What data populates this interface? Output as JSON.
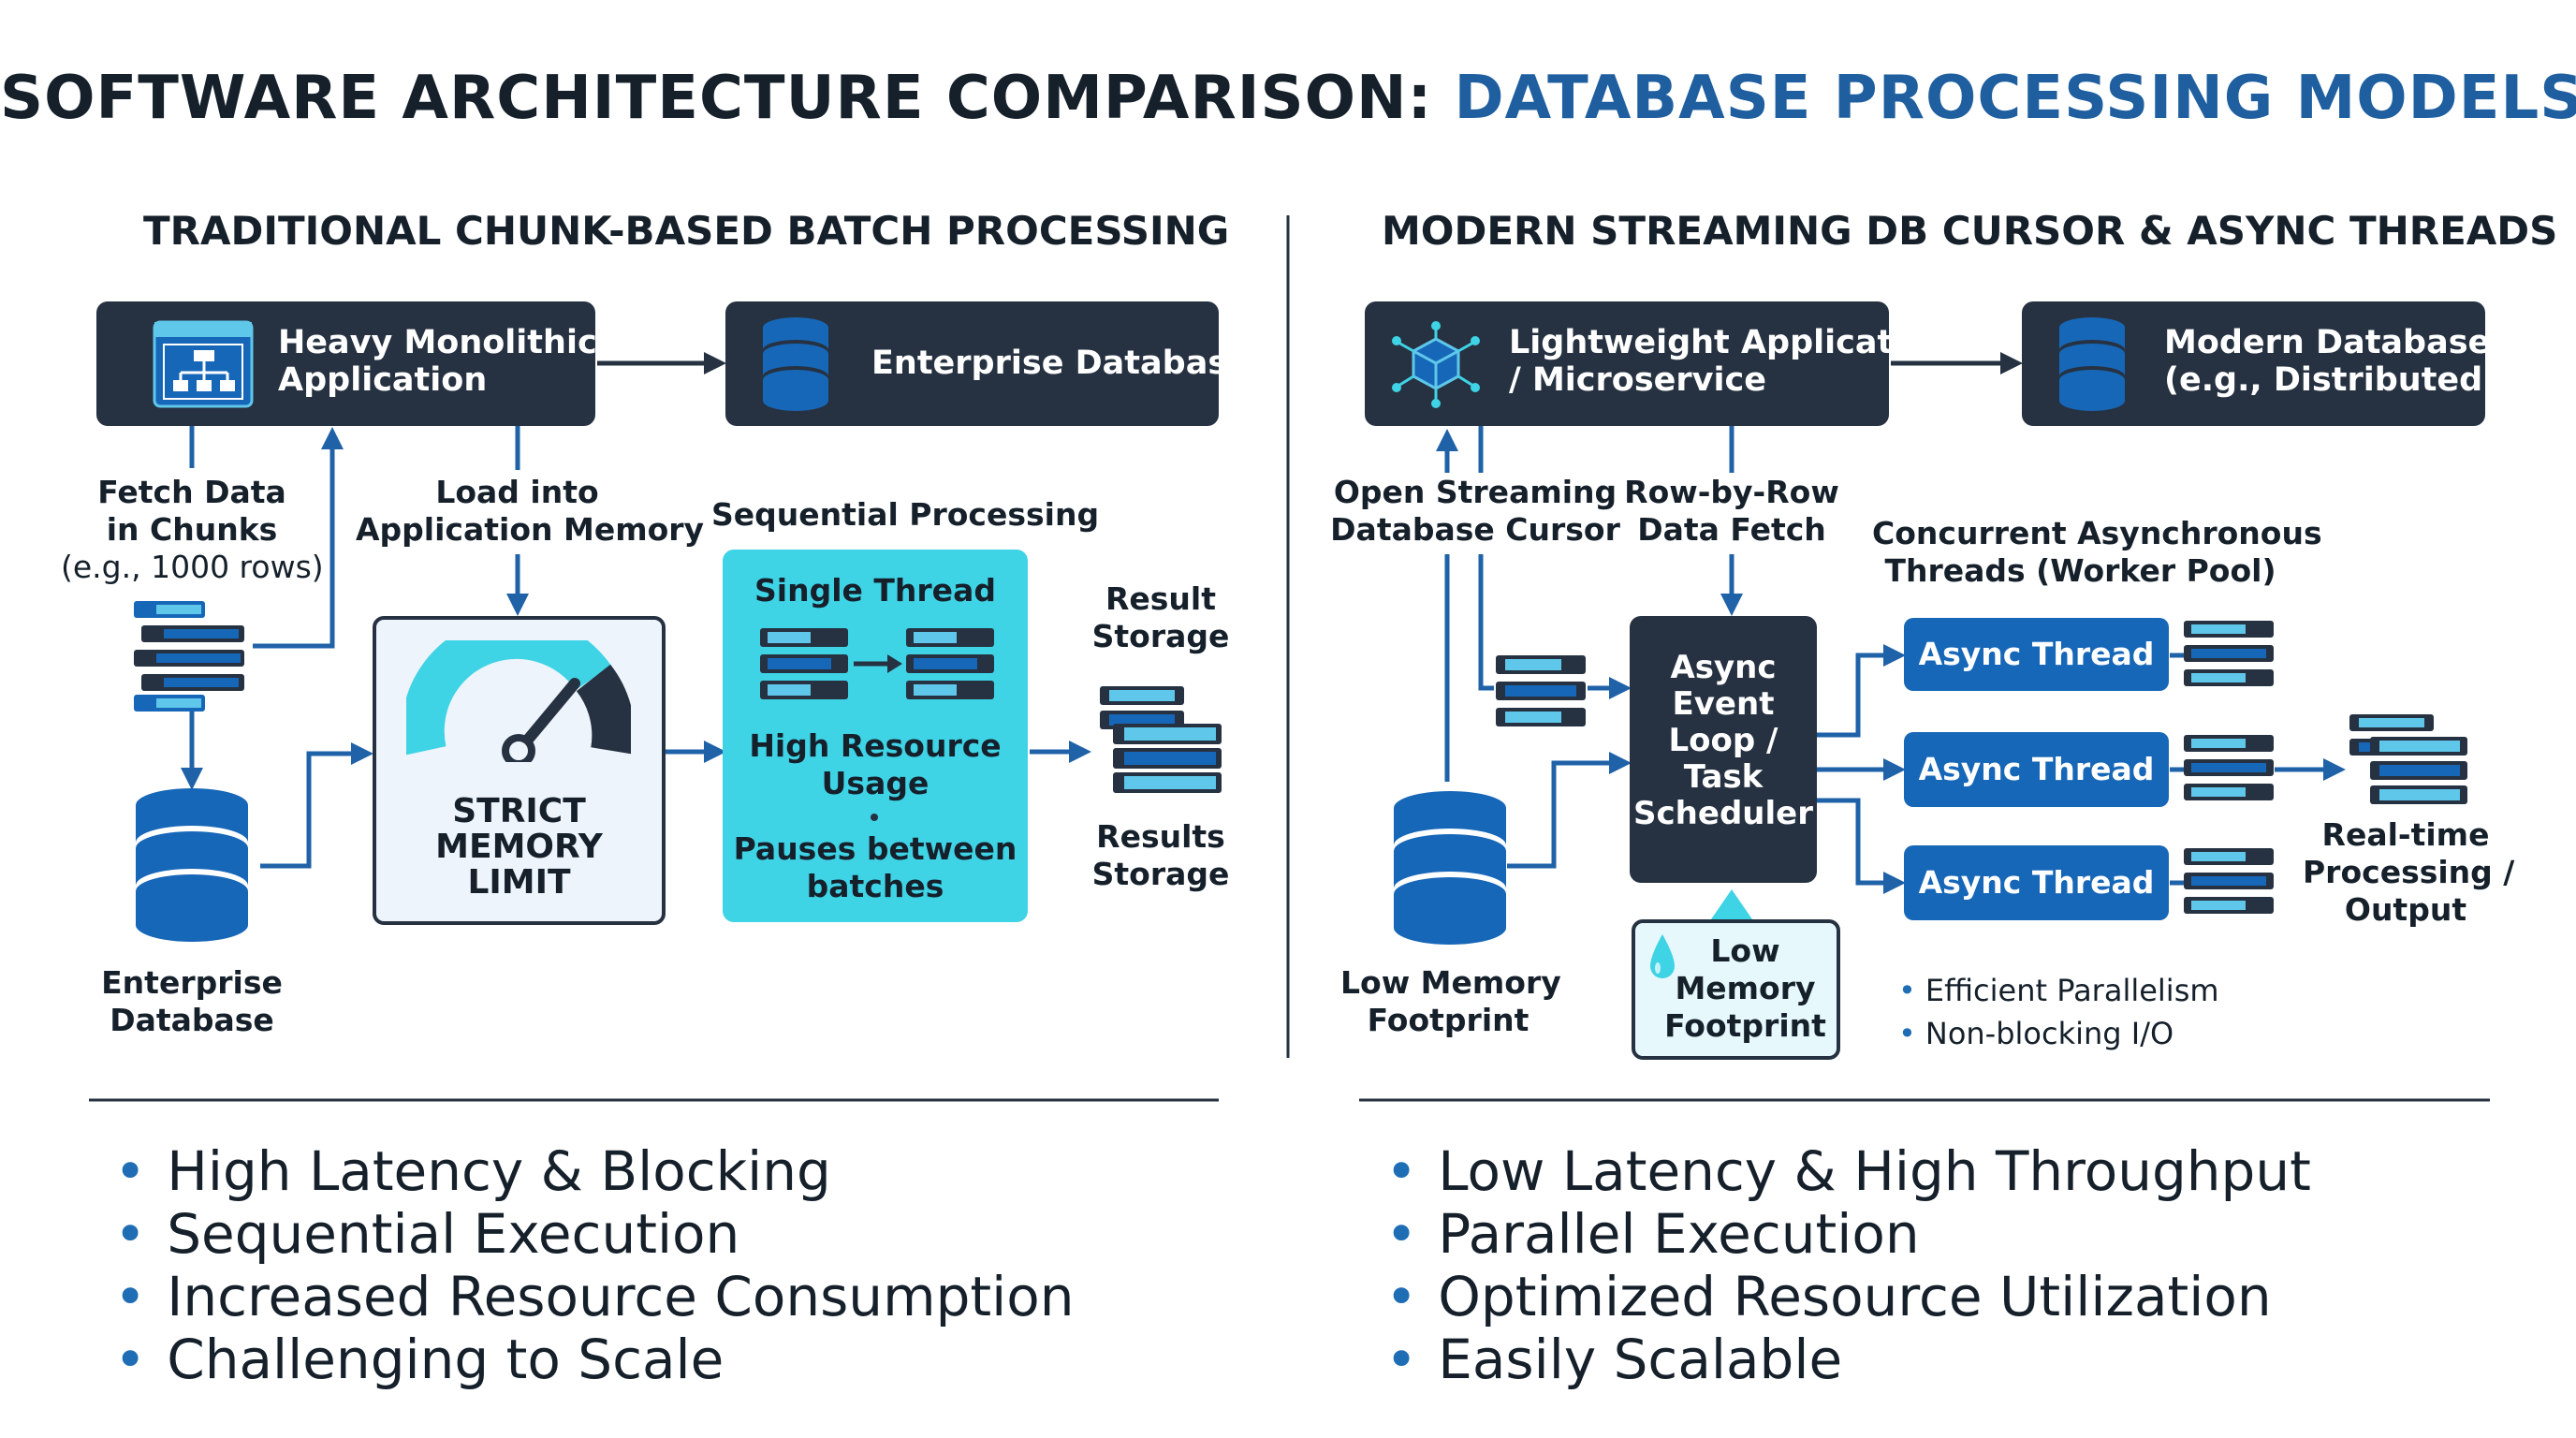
{
  "title": {
    "main": "SOFTWARE ARCHITECTURE COMPARISON: ",
    "accent": "DATABASE PROCESSING MODELS"
  },
  "left": {
    "heading": "TRADITIONAL CHUNK-BASED BATCH PROCESSING",
    "app_box": [
      "Heavy Monolithic",
      "Application"
    ],
    "db_box": "Enterprise Database",
    "fetch": [
      "Fetch Data",
      "in Chunks",
      "(e.g., 1000 rows)"
    ],
    "load": [
      "Load into",
      "Application Memory"
    ],
    "sequential": "Sequential Processing",
    "memory": [
      "STRICT",
      "MEMORY",
      "LIMIT"
    ],
    "single_thread": "Single Thread",
    "high_resource": [
      "High Resource",
      "Usage"
    ],
    "pauses": [
      "Pauses between",
      "batches"
    ],
    "result_storage": [
      "Result",
      "Storage"
    ],
    "results_storage": [
      "Results",
      "Storage"
    ],
    "enterprise_db": [
      "Enterprise",
      "Database"
    ],
    "bullets": [
      "High Latency & Blocking",
      "Sequential Execution",
      "Increased Resource Consumption",
      "Challenging to Scale"
    ]
  },
  "right": {
    "heading": "MODERN STREAMING DB CURSOR & ASYNC THREADS",
    "app_box": [
      "Lightweight Application",
      "/ Microservice"
    ],
    "db_box": [
      "Modern Database",
      "(e.g., Distributed)"
    ],
    "cursor": [
      "Open Streaming",
      "Database Cursor"
    ],
    "rowfetch": [
      "Row-by-Row",
      "Data Fetch"
    ],
    "concurrent": [
      "Concurrent Asynchronous",
      "Threads (Worker Pool)"
    ],
    "event_loop": [
      "Async",
      "Event",
      "Loop /",
      "Task",
      "Scheduler"
    ],
    "threads": [
      "Async Thread 1",
      "Async Thread 2",
      "Async Thread 3"
    ],
    "realtime": [
      "Real-time",
      "Processing /",
      "Output"
    ],
    "low_mem_db": [
      "Low Memory",
      "Footprint"
    ],
    "low_mem_box": [
      "Low",
      "Memory",
      "Footprint"
    ],
    "small_bullets": [
      "Efficient Parallelism",
      "Non-blocking I/O"
    ],
    "bullets": [
      "Low Latency & High Throughput",
      "Parallel Execution",
      "Optimized Resource Utilization",
      "Easily Scalable"
    ]
  },
  "colors": {
    "dark": "#263241",
    "blue": "#1767b8",
    "line": "#1f62a8",
    "cyan": "#3fd3e6",
    "accent": "#1f5f9f"
  },
  "icons": [
    "window-app-icon",
    "database-icon",
    "cube-network-icon",
    "gauge-icon",
    "stack-rows-icon",
    "water-drop-icon"
  ]
}
